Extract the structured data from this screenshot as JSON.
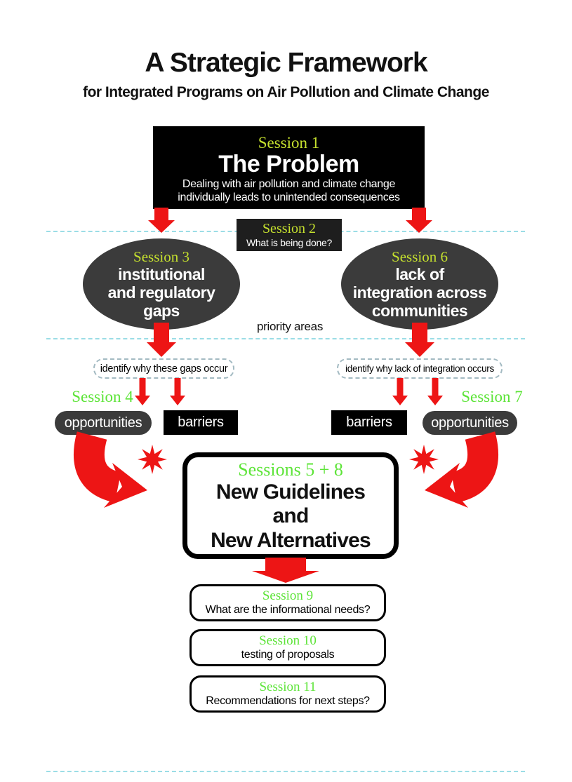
{
  "colors": {
    "arrow_red": "#ed1515",
    "bubble_gray": "#3b3b3b",
    "box_black": "#000000",
    "session_green_on_dark": "#c5e02e",
    "session_green_on_light": "#5de438",
    "dashed_guide_cyan": "#9bdde6"
  },
  "header": {
    "title": "A Strategic Framework",
    "subtitle": "for Integrated Programs on Air Pollution and Climate Change"
  },
  "problem": {
    "session": "Session 1",
    "title": "The Problem",
    "desc1": "Dealing with air pollution and climate change",
    "desc2": "individually leads to unintended consequences"
  },
  "session2": {
    "session": "Session 2",
    "question": "What is being done?"
  },
  "priority_label": "priority areas",
  "left": {
    "session3": "Session 3",
    "ellipse_l1": "institutional",
    "ellipse_l2": "and regulatory",
    "ellipse_l3": "gaps",
    "note": "identify why these gaps occur",
    "session4": "Session 4",
    "opportunities": "opportunities",
    "barriers": "barriers"
  },
  "right": {
    "session6": "Session 6",
    "ellipse_l1": "lack of",
    "ellipse_l2": "integration across",
    "ellipse_l3": "communities",
    "note": "identify why lack of integration occurs",
    "session7": "Session 7",
    "barriers": "barriers",
    "opportunities": "opportunities"
  },
  "center": {
    "session": "Sessions 5 + 8",
    "line1": "New Guidelines",
    "line2": "and",
    "line3": "New Alternatives"
  },
  "bottom": [
    {
      "session": "Session 9",
      "text": "What are the informational needs?"
    },
    {
      "session": "Session 10",
      "text": "testing of proposals"
    },
    {
      "session": "Session 11",
      "text": "Recommendations for next steps?"
    }
  ]
}
